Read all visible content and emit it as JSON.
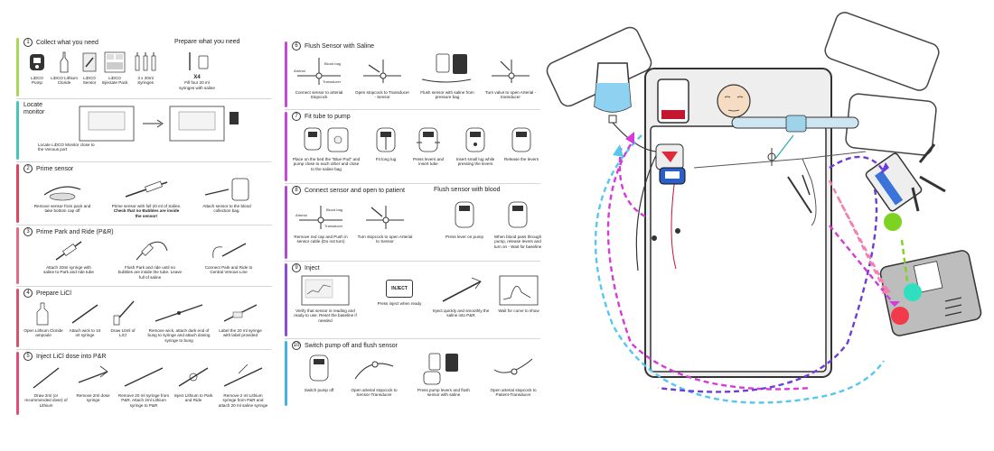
{
  "colors": {
    "s1": "#a6d957",
    "s1b": "#44c9b8",
    "s2": "#e0445a",
    "s3": "#e56b83",
    "s4": "#d9536b",
    "s5": "#e24d7a",
    "s6": "#c44bd6",
    "s7": "#c44bd6",
    "s8": "#b449d1",
    "s9": "#8b4dd6",
    "s10": "#3fb6e0",
    "magenta": "#d63ad9",
    "pink": "#f27fb0",
    "purple": "#6e3cd8",
    "cyan": "#56c8ee",
    "green": "#7ed321",
    "teal": "#2fe0c0",
    "red": "#f23a4a",
    "blue": "#2a5fc8",
    "saline": "#8ed1f0"
  },
  "s1": {
    "num": "1",
    "title": "Collect what you need",
    "prepare_title": "Prepare what you need",
    "items": [
      "LiDCO Pump",
      "LiDCO Lithium Cloride",
      "LiDCO Sensor",
      "LiDCO Injectate Pack",
      "3 x 20ml Syringes"
    ],
    "x4": "X4",
    "fill": "Fill four 20 ml syringes with saline"
  },
  "s1b": {
    "title": "Locate monitor",
    "text": "Locate LiDCO Monitor close to the Venous port"
  },
  "s2": {
    "num": "2",
    "title": "Prime sensor",
    "steps": [
      {
        "a": "Remove sensor from pack and take bottom cap off"
      },
      {
        "a": "Prime sensor with full 20 ml of Saline.",
        "b": "Check that no Bubbles are inside the sensor!"
      },
      {
        "a": "Attach sensor to the blood collection bag."
      }
    ]
  },
  "s3": {
    "num": "3",
    "title": "Prime Park and Ride (P&R)",
    "steps": [
      "Attach 20ml syringe with saline to Park and ride tube",
      "Flush Park and ride until no bubbles are inside the tube. Leave full of saline",
      "Connect Park and Ride to Central Venous Line"
    ]
  },
  "s4": {
    "num": "4",
    "title": "Prepare LiCl",
    "steps": [
      "Open Lithium Cloride ampoule",
      "Attach wick to 10 ml syringe",
      "Draw 10ml of LiCl",
      "Remove wick, attach dark end of bung to syringe and attach dosing syringe to bung",
      "Label the 20 ml syringe with label provided"
    ]
  },
  "s5": {
    "num": "5",
    "title": "Inject LiCl dose into P&R",
    "steps": [
      "Draw 2ml (or recommended dose) of Lithium",
      "Remove 2ml dose syringe",
      "Remove 20 ml syringe from P&R. Attach 2ml Lithium syringe to P&R",
      "Inject Lithium to Park and Ride",
      "Remove 2 ml Lithium syringe from P&R and attach 20 ml saline syringe"
    ]
  },
  "s6": {
    "num": "6",
    "title": "Flush Sensor with Saline",
    "labels": {
      "arterial": "Arterial",
      "blood_bag": "Blood bag",
      "transducer": "Transducer"
    },
    "steps": [
      "Connect sensor to arterial Stopcock",
      "Open stopcock to Transducer - Sensor",
      "Flush sensor with saline from pressure bag",
      "Turn valve to open Arterial - transducer"
    ]
  },
  "s7": {
    "num": "7",
    "title": "Fit tube to pump",
    "steps": [
      "Place on the bed the \"Blue Pod\" and pump close to each other and close to the saline bag",
      "Fit long lug",
      "Press levers and insert tube",
      "Insert small lug while pressing the levers",
      "Release the levers"
    ]
  },
  "s8": {
    "num": "8",
    "title": "Connect sensor and open to patient",
    "sub": "Flush sensor with blood",
    "labels": {
      "arterial": "Arterial",
      "blood_bag": "Blood bag",
      "transducer": "Transducer"
    },
    "steps": [
      "Remove red cap and Push in sensor cable (Do not turn)",
      "Turn stopcock to open Arterial to Sensor",
      "Press lever on pump",
      "When blood pass through pump, release levers and turn on - Wait for baseline"
    ]
  },
  "s9": {
    "num": "9",
    "title": "Inject",
    "button": "INJECT",
    "steps": [
      "Verify that sensor is reading and ready to use. Reset the baseline if needed",
      "Press inject when ready",
      "Inject quickly and smoothly the saline into P&R",
      "Wait for curve to show"
    ]
  },
  "s10": {
    "num": "10",
    "title": "Switch pump off and flush sensor",
    "steps": [
      "Switch pump off",
      "Open arterial stopcock to Sensor-Transducer",
      "Press pump levers and flush sensor with saline",
      "Open arterial stopcock to Patient-Transducer"
    ]
  }
}
